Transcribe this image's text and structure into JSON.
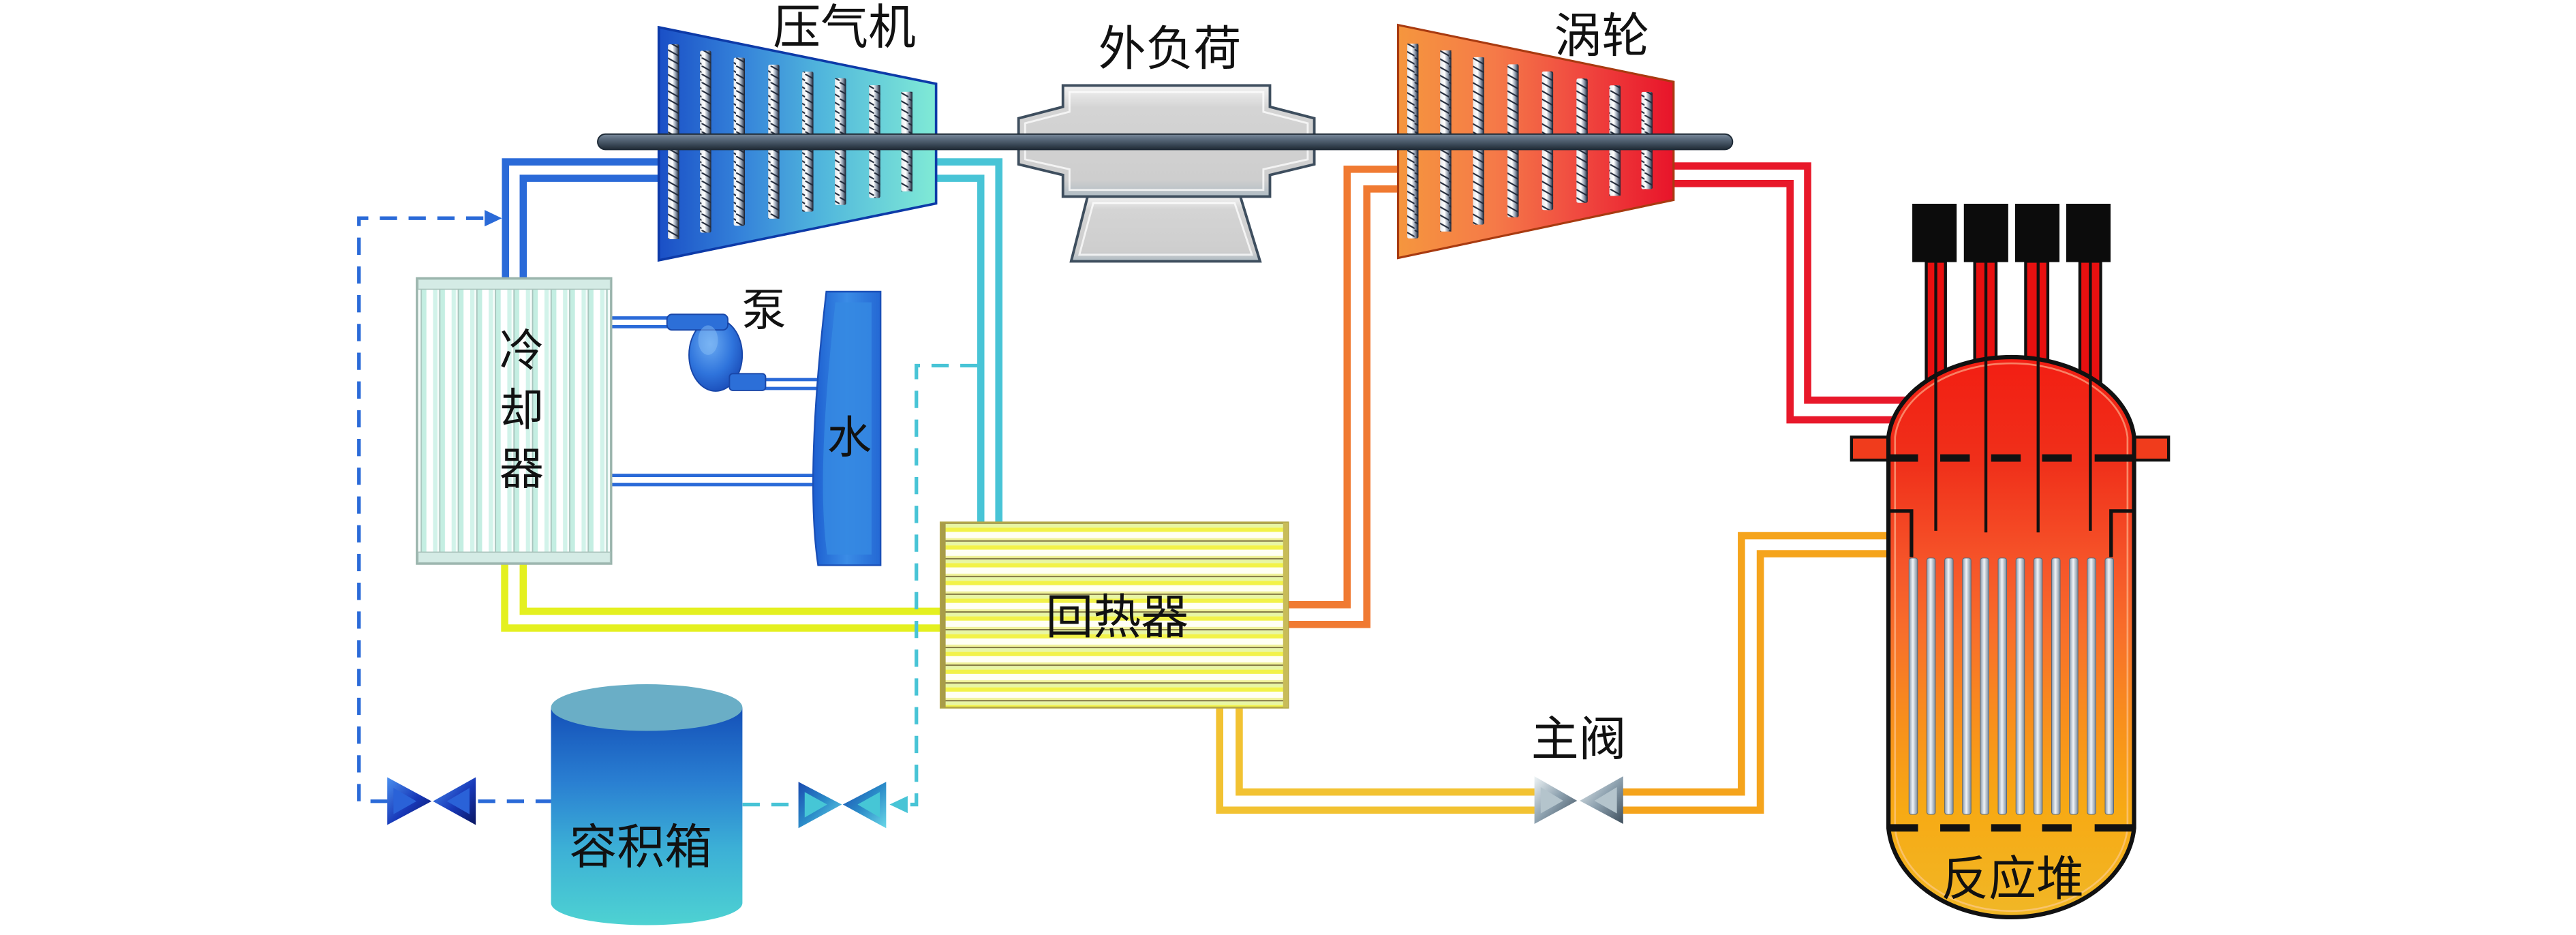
{
  "diagram": {
    "components": {
      "compressor": {
        "label": "压气机"
      },
      "external_load": {
        "label": "外负荷"
      },
      "turbine": {
        "label": "涡轮"
      },
      "pump": {
        "label": "泵"
      },
      "cooler": {
        "label": "冷却器"
      },
      "water": {
        "label": "水"
      },
      "recuperator": {
        "label": "回热器"
      },
      "main_valve": {
        "label": "主阀"
      },
      "volume_tank": {
        "label": "容积箱"
      },
      "reactor": {
        "label": "反应堆"
      }
    },
    "pipes": {
      "reactor_turbine": {
        "color": "#e8182a",
        "style": "solid"
      },
      "turbine_recuperator": {
        "color": "#f07a32",
        "style": "solid"
      },
      "compressor_recuperator": {
        "color": "#48c4d6",
        "style": "solid"
      },
      "cooler_compressor": {
        "color": "#2a6ad8",
        "style": "solid"
      },
      "cooler_recuperator": {
        "color": "#e4f020",
        "style": "solid"
      },
      "recuperator_main_valve": {
        "color": "#f2c232",
        "style": "solid"
      },
      "main_valve_reactor": {
        "color": "#f5a41c",
        "style": "solid"
      },
      "cooling_water": {
        "color": "#2a6ad8",
        "style": "solid"
      },
      "volume_tank_to_compressor_inlet": {
        "color": "#2a6ad8",
        "style": "dashed"
      },
      "compressor_outlet_to_volume_tank": {
        "color": "#48c4d6",
        "style": "dashed"
      }
    },
    "valves": [
      {
        "name": "volume-tank-outlet-valve",
        "color": "#2a62d8"
      },
      {
        "name": "volume-tank-inlet-valve",
        "color": "#46c6d6"
      },
      {
        "name": "main-valve",
        "color": "#b4c4cc"
      }
    ]
  }
}
